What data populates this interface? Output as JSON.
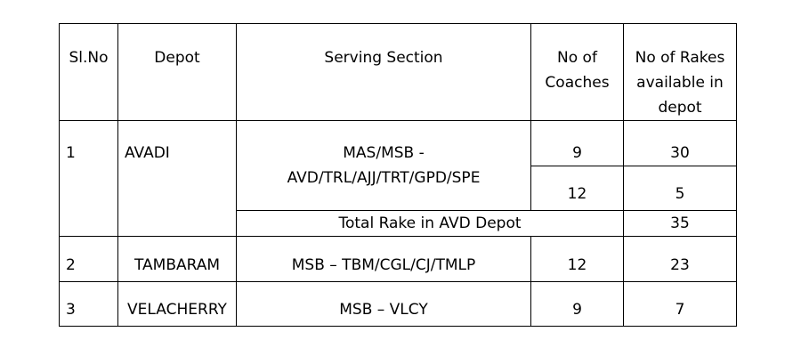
{
  "headers": {
    "slno": "Sl.No",
    "depot": "Depot",
    "section": "Serving Section",
    "coaches_1": "No of",
    "coaches_2": "Coaches",
    "rakes_1": "No of Rakes",
    "rakes_2": "available in",
    "rakes_3": "depot"
  },
  "rows": [
    {
      "slno": "1",
      "depot": "AVADI",
      "section_1": "MAS/MSB -",
      "section_2": "AVD/TRL/AJJ/TRT/GPD/SPE",
      "sub": [
        {
          "coaches": "9",
          "rakes": "30"
        },
        {
          "coaches": "12",
          "rakes": "5"
        }
      ],
      "total_label": "Total Rake in AVD Depot",
      "total_value": "35"
    },
    {
      "slno": "2",
      "depot": "TAMBARAM",
      "section": "MSB – TBM/CGL/CJ/TMLP",
      "coaches": "12",
      "rakes": "23"
    },
    {
      "slno": "3",
      "depot": "VELACHERRY",
      "section": "MSB – VLCY",
      "coaches": "9",
      "rakes": "7"
    }
  ]
}
